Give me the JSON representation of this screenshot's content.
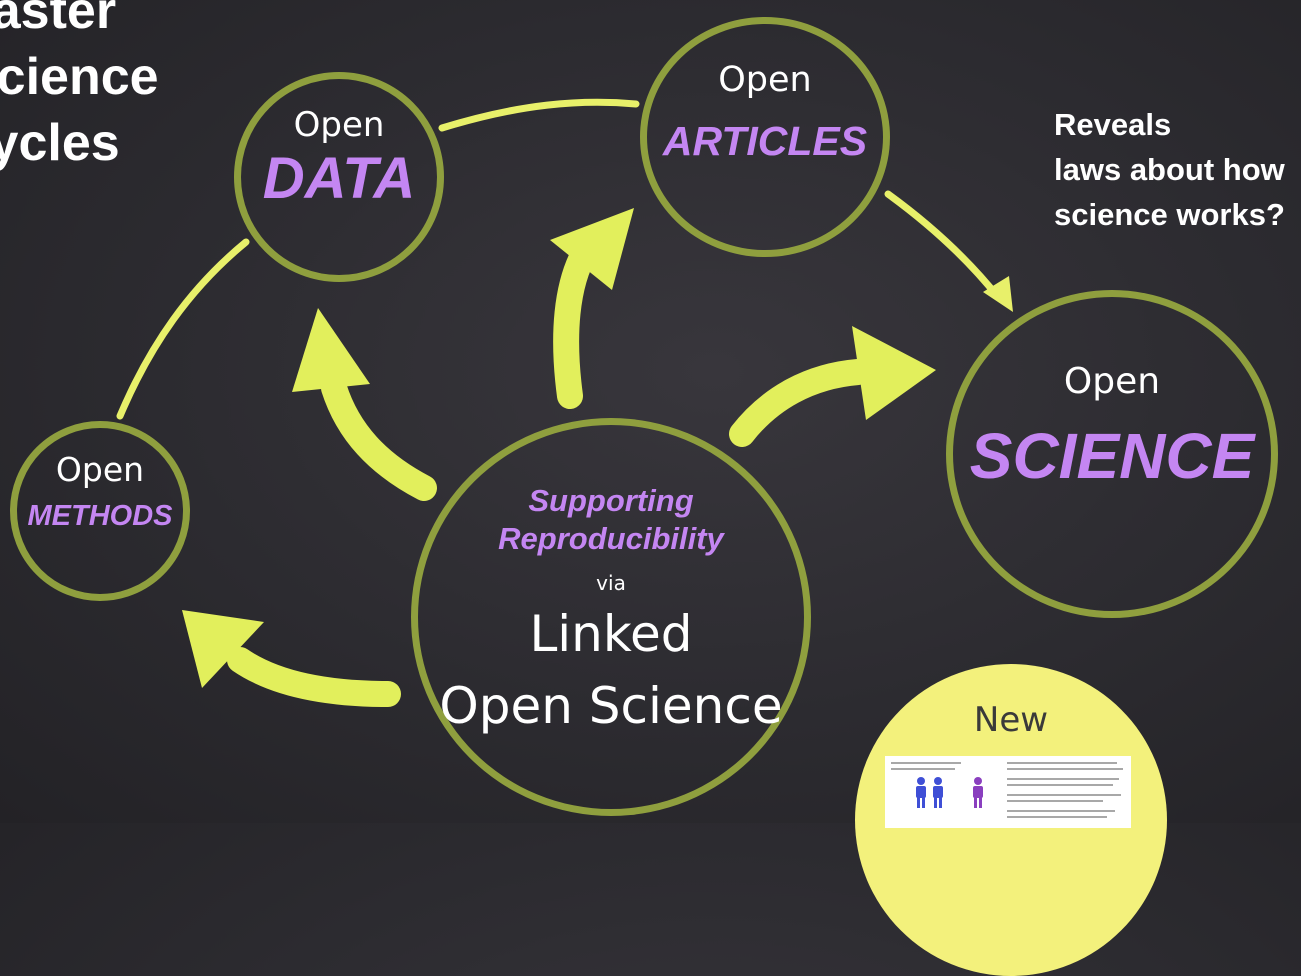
{
  "headline": {
    "lines": [
      "Faster",
      "Science",
      "Cycles"
    ]
  },
  "question": {
    "lines": [
      "Reveals",
      "laws about how",
      "science works?"
    ]
  },
  "nodes": {
    "data": {
      "top": "Open",
      "big": "DATA"
    },
    "articles": {
      "top": "Open",
      "big": "ARTICLES"
    },
    "science": {
      "top": "Open",
      "big": "SCIENCE"
    },
    "methods": {
      "top": "Open",
      "big": "METHODS"
    }
  },
  "center": {
    "line1": "Supporting",
    "line2": "Reproducibility",
    "via": "via",
    "line3": "Linked",
    "line4": "Open Science"
  },
  "new_bubble": {
    "label": "New"
  },
  "colors": {
    "background": "#2c2b30",
    "ring": "#8f9f3e",
    "arrow": "#e2ef5c",
    "emphasis": "#c486f2",
    "new_fill": "#f3f17c",
    "text": "#ffffff"
  }
}
